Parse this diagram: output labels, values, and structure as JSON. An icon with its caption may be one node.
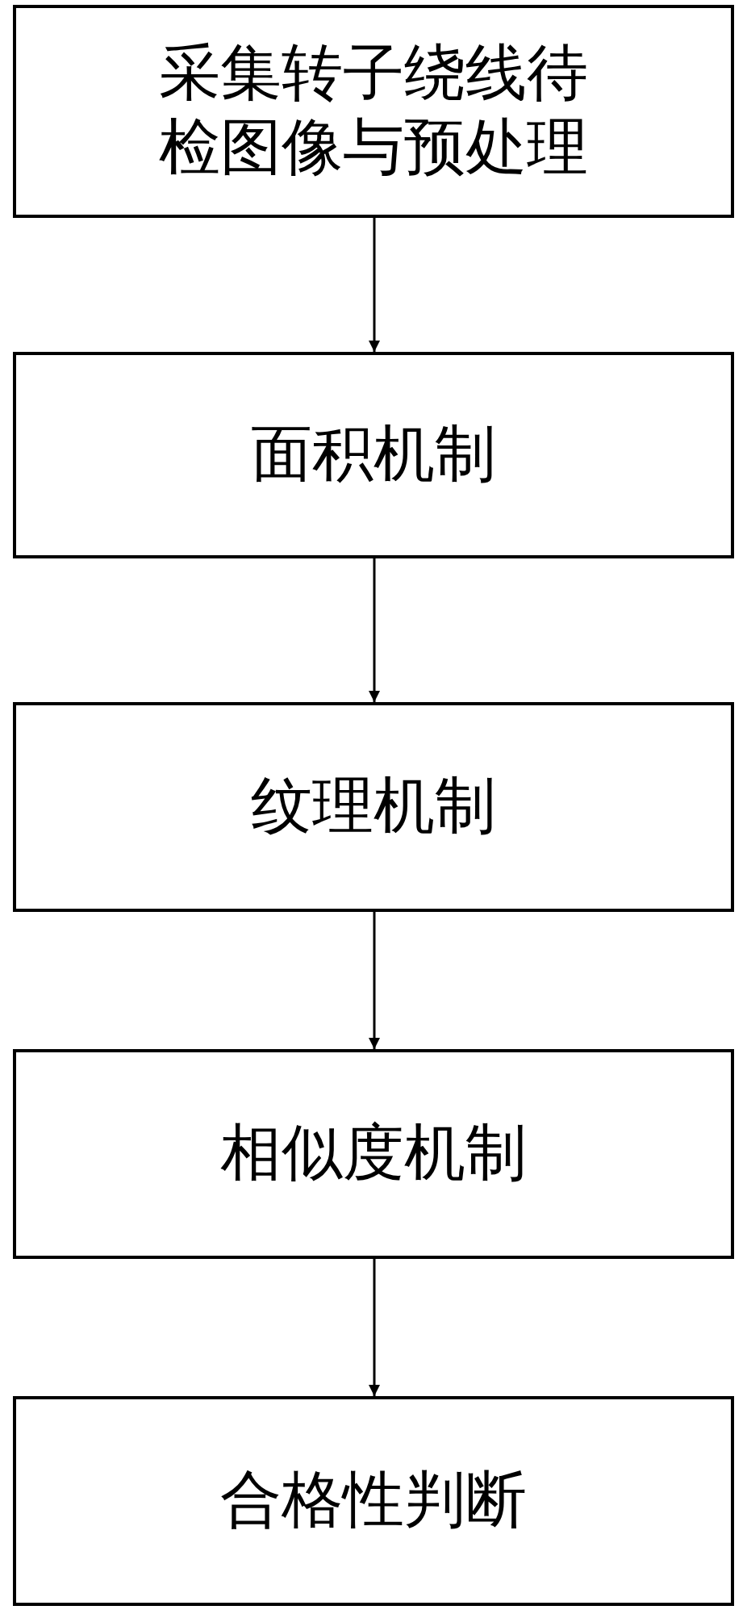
{
  "diagram": {
    "nodes": [
      {
        "text": [
          "采集转子绕线待检图像与预处理"
        ]
      },
      {
        "text": [
          "面积机制"
        ]
      },
      {
        "text": [
          "纹理机制"
        ]
      },
      {
        "text": [
          "相似度机制"
        ]
      },
      {
        "text": [
          "合格性判断"
        ]
      }
    ],
    "edges": [
      {
        "from": 0,
        "to": 1,
        "arrow": "to"
      },
      {
        "from": 1,
        "to": 2,
        "arrow": "to"
      },
      {
        "from": 2,
        "to": 3,
        "arrow": "to"
      },
      {
        "from": 3,
        "to": 4,
        "arrow": "to"
      }
    ]
  }
}
